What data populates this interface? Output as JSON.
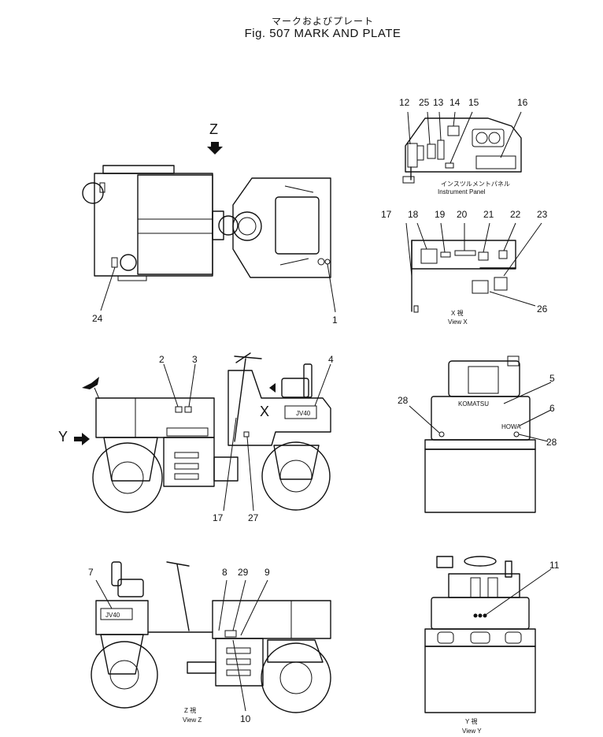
{
  "title": {
    "japanese": "マークおよびプレート",
    "english": "Fig. 507  MARK  AND  PLATE"
  },
  "views": {
    "instrument_panel": {
      "caption_jp": "インスツルメントパネル",
      "caption_en": "Instrument  Panel"
    },
    "view_x": {
      "caption_jp": "X  視",
      "caption_en": "View  X"
    },
    "view_y": {
      "caption_jp": "Y  視",
      "caption_en": "View  Y"
    },
    "view_z": {
      "caption_jp": "Z  視",
      "caption_en": "View  Z"
    }
  },
  "direction_markers": {
    "z": "Z",
    "x": "X",
    "y": "Y"
  },
  "machine_labels": {
    "model": "JV40",
    "brand": "KOMATSU",
    "maker": "HOWA"
  },
  "callouts": {
    "c1": "1",
    "c2": "2",
    "c3": "3",
    "c4": "4",
    "c5": "5",
    "c6": "6",
    "c7": "7",
    "c8": "8",
    "c9": "9",
    "c10": "10",
    "c11": "11",
    "c12": "12",
    "c13": "13",
    "c14": "14",
    "c15": "15",
    "c16": "16",
    "c17a": "17",
    "c17b": "17",
    "c18": "18",
    "c19": "19",
    "c20": "20",
    "c21": "21",
    "c22": "22",
    "c23": "23",
    "c24": "24",
    "c25": "25",
    "c26": "26",
    "c27": "27",
    "c28a": "28",
    "c28b": "28",
    "c29": "29"
  }
}
